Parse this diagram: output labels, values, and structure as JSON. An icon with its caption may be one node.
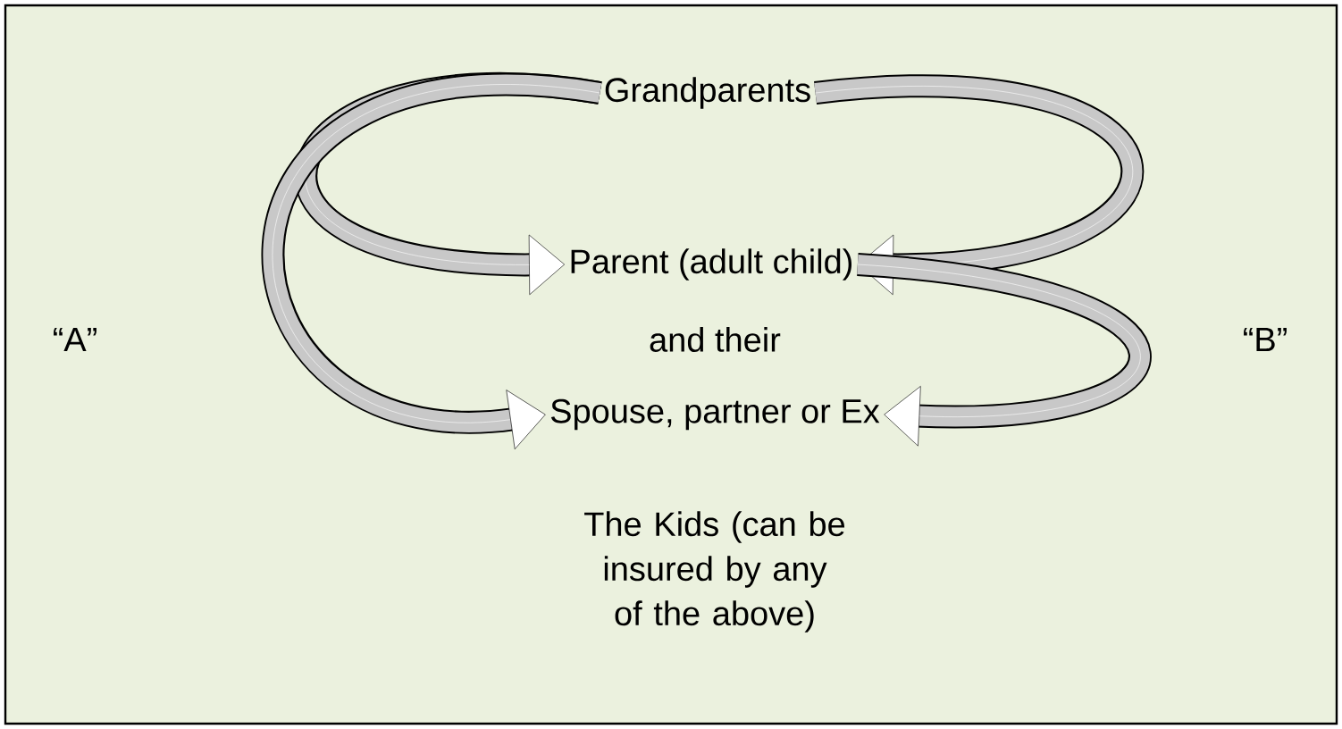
{
  "diagram": {
    "nodes": [
      {
        "text": [
          "Grandparents"
        ]
      },
      {
        "text": [
          "Parent (adult child)"
        ]
      },
      {
        "text": [
          "Spouse, partner or Ex"
        ]
      },
      {
        "text": [
          "The Kids (can be insured by any of the above)"
        ]
      }
    ],
    "edges": [
      {
        "from": 0,
        "to": 1,
        "arrow": "to"
      },
      {
        "from": 0,
        "to": 2,
        "arrow": "to"
      },
      {
        "from": 0,
        "to": 1,
        "arrow": "to"
      },
      {
        "from": 1,
        "to": 2,
        "arrow": "to"
      }
    ],
    "labels": [
      "“A”",
      "and their",
      "“B”"
    ]
  }
}
